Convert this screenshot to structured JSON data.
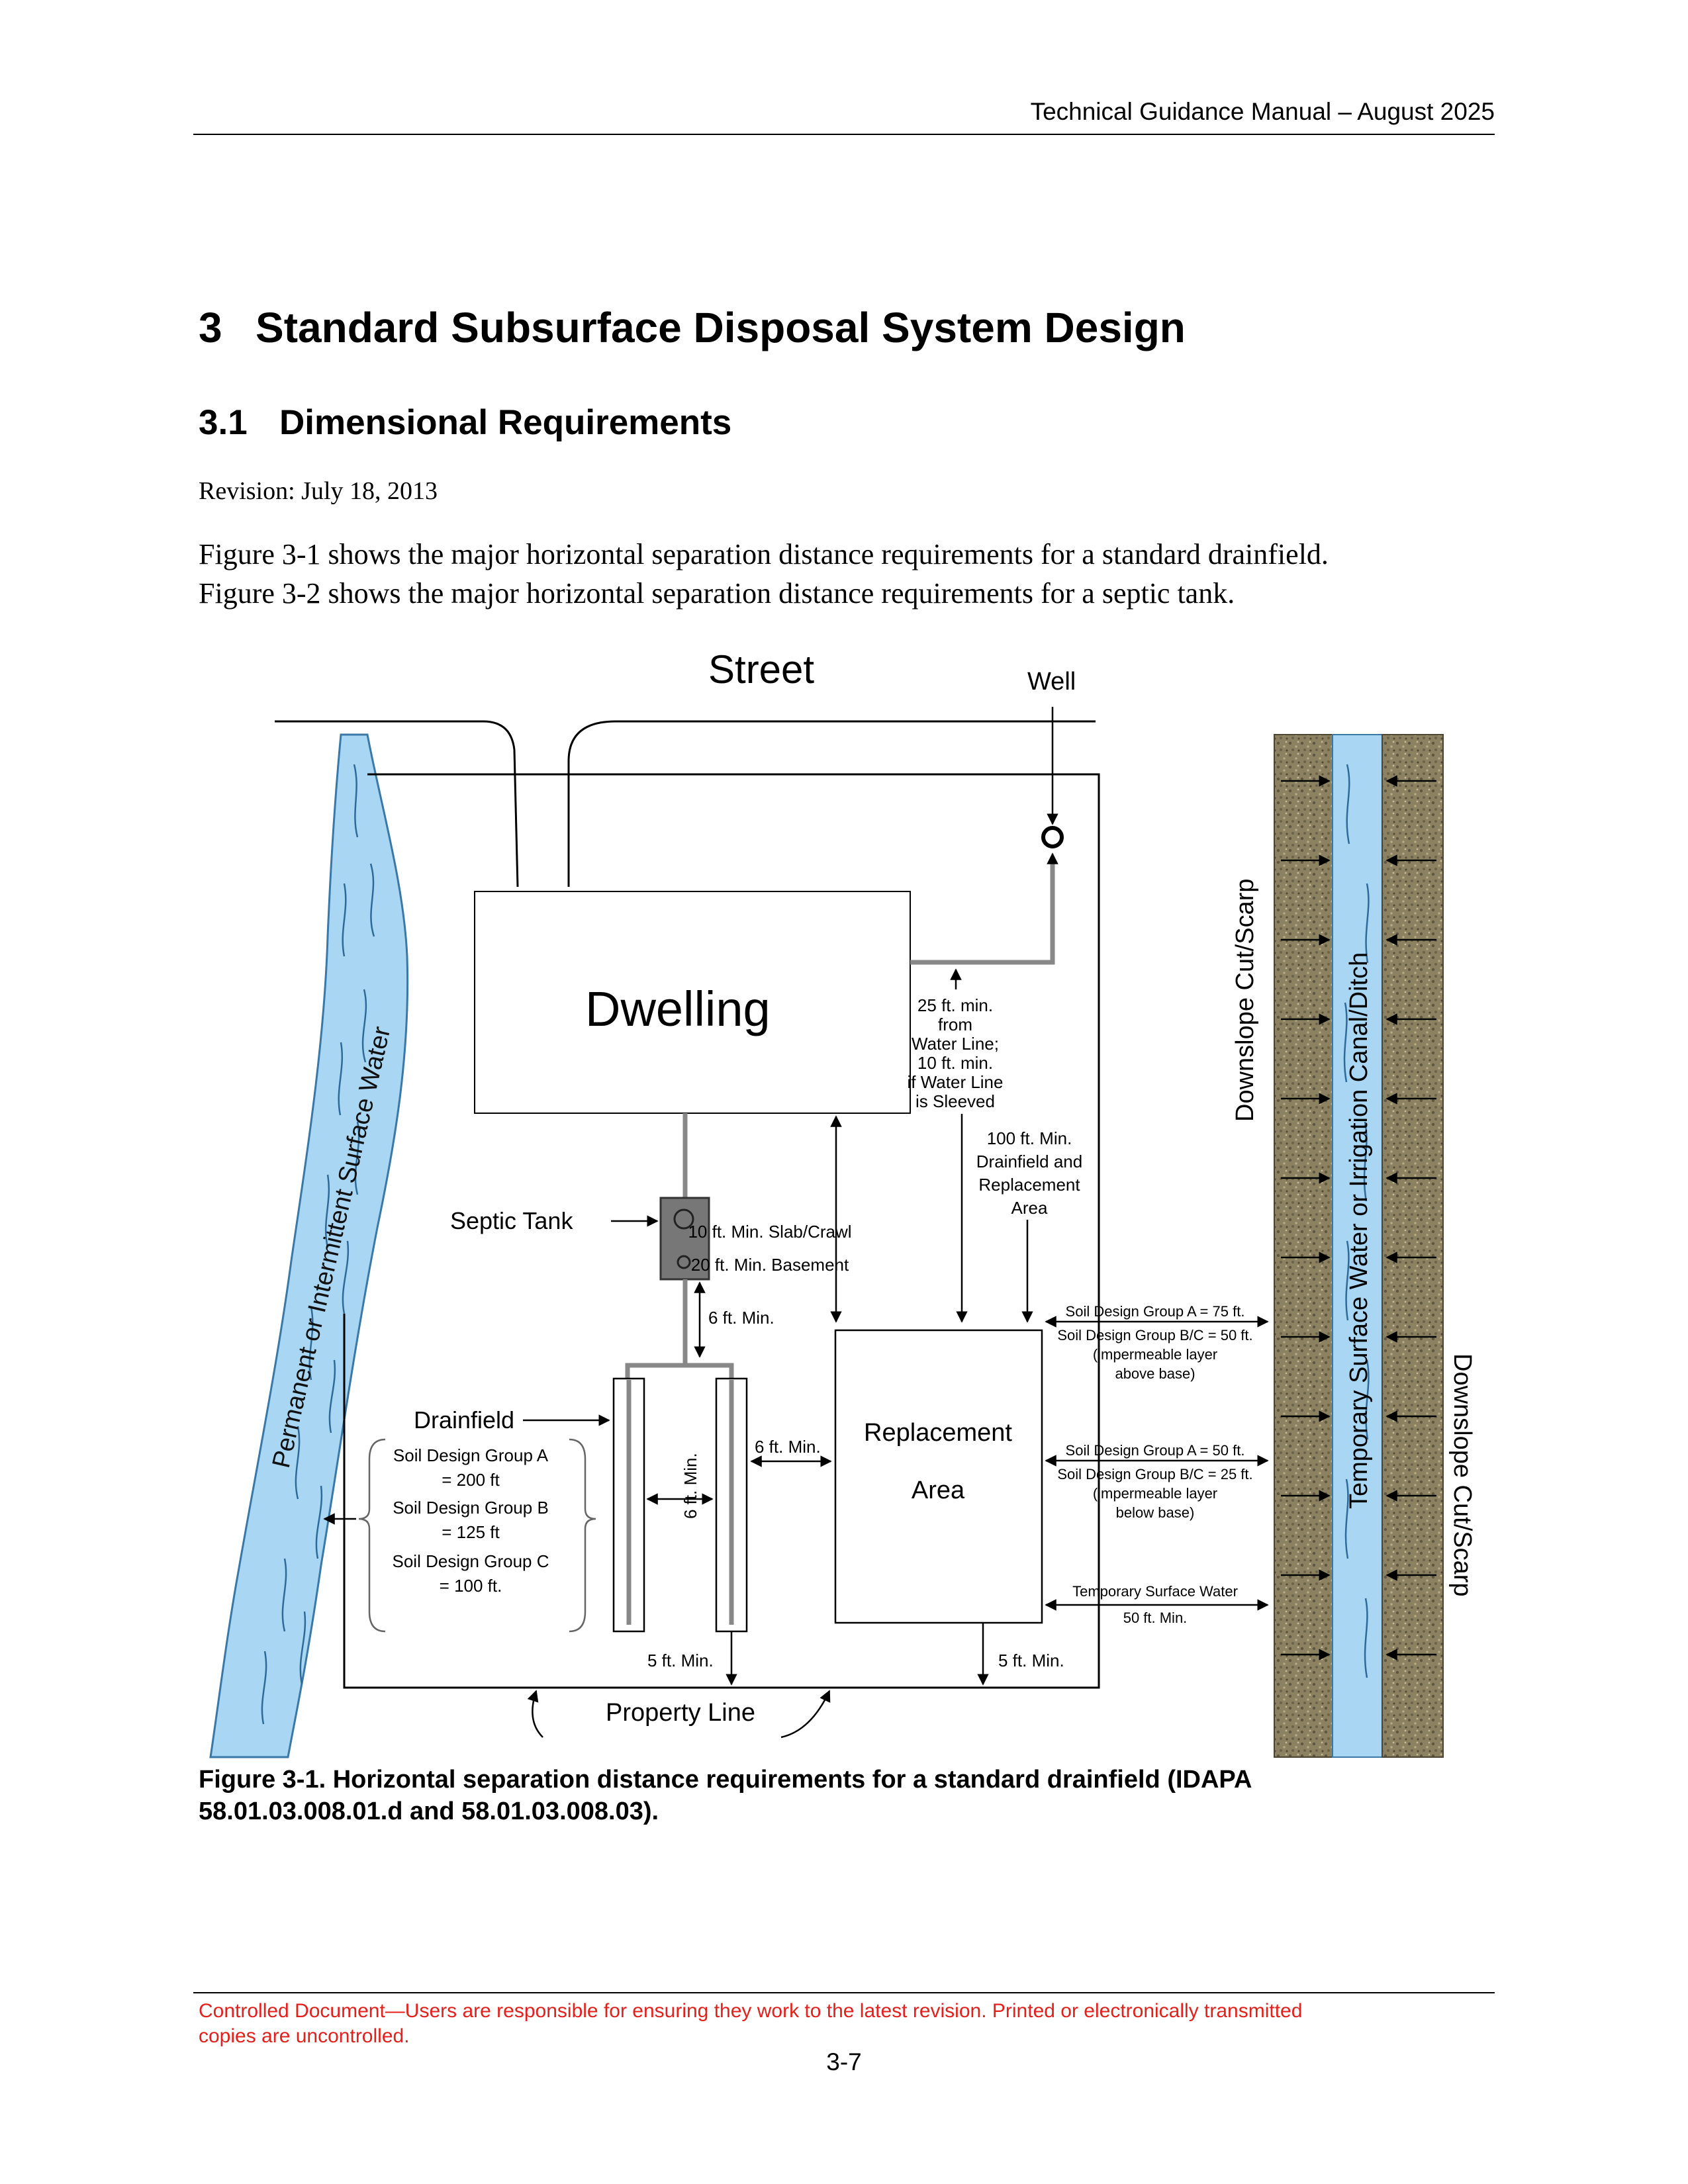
{
  "header": {
    "running_title": "Technical Guidance Manual – August 2025"
  },
  "chapter": {
    "number": "3",
    "title": "Standard Subsurface Disposal System Design"
  },
  "section": {
    "number": "3.1",
    "title": "Dimensional Requirements"
  },
  "revision": "Revision: July 18, 2013",
  "body": {
    "line1": "Figure 3-1 shows the major horizontal separation distance requirements for a standard drainfield.",
    "line2": "Figure 3-2 shows the major horizontal separation distance requirements for a septic tank."
  },
  "figure": {
    "street": "Street",
    "well": "Well",
    "dwelling": "Dwelling",
    "water_line_1": "25 ft. min.",
    "water_line_2": "from",
    "water_line_3": "Water Line;",
    "water_line_4": "10 ft. min.",
    "water_line_5": "if Water Line",
    "water_line_6": "is Sleeved",
    "well_dist_1": "100 ft. Min.",
    "well_dist_2": "Drainfield and",
    "well_dist_3": "Replacement",
    "well_dist_4": "Area",
    "septic_tank": "Septic Tank",
    "slab": "10 ft. Min. Slab/Crawl",
    "basement": "20 ft. Min. Basement",
    "tank_gap": "6 ft. Min.",
    "drainfield": "Drainfield",
    "trench_gap": "6 ft. Min.",
    "replacement_gap": "6 ft. Min.",
    "replacement_1": "Replacement",
    "replacement_2": "Area",
    "sdg_a_1": "Soil Design Group A",
    "sdg_a_2": "= 200 ft",
    "sdg_b_1": "Soil Design Group B",
    "sdg_b_2": "= 125 ft",
    "sdg_c_1": "Soil Design Group C",
    "sdg_c_2": "= 100 ft.",
    "above_1": "Soil Design Group A = 75 ft.",
    "above_2": "Soil Design Group B/C = 50 ft.",
    "above_3": "(impermeable layer",
    "above_4": "above base)",
    "below_1": "Soil Design Group A = 50 ft.",
    "below_2": "Soil Design Group B/C = 25 ft.",
    "below_3": "(impermeable layer",
    "below_4": "below base)",
    "tsw_1": "Temporary Surface Water",
    "tsw_2": "50 ft. Min.",
    "prop_gap_1": "5 ft. Min.",
    "prop_gap_2": "5 ft. Min.",
    "property_line": "Property Line",
    "river_label": "Permanent or Intermittent Surface Water",
    "downslope_left": "Downslope Cut/Scarp",
    "canal_label": "Temporary Surface Water or Irrigation Canal/Ditch",
    "downslope_right": "Downslope Cut/Scarp"
  },
  "caption": {
    "line1": "Figure 3-1. Horizontal separation distance requirements for a standard drainfield (IDAPA",
    "line2": "58.01.03.008.01.d and 58.01.03.008.03)."
  },
  "footer": {
    "notice_1": "Controlled Document—Users are responsible for ensuring they work to the latest revision. Printed or electronically transmitted",
    "notice_2": "copies are uncontrolled.",
    "page": "3-7"
  },
  "colors": {
    "water": "#a8d4f0",
    "water_line": "#2a5f8a",
    "soil": "#8a8060",
    "footer_red": "#e3201b"
  }
}
